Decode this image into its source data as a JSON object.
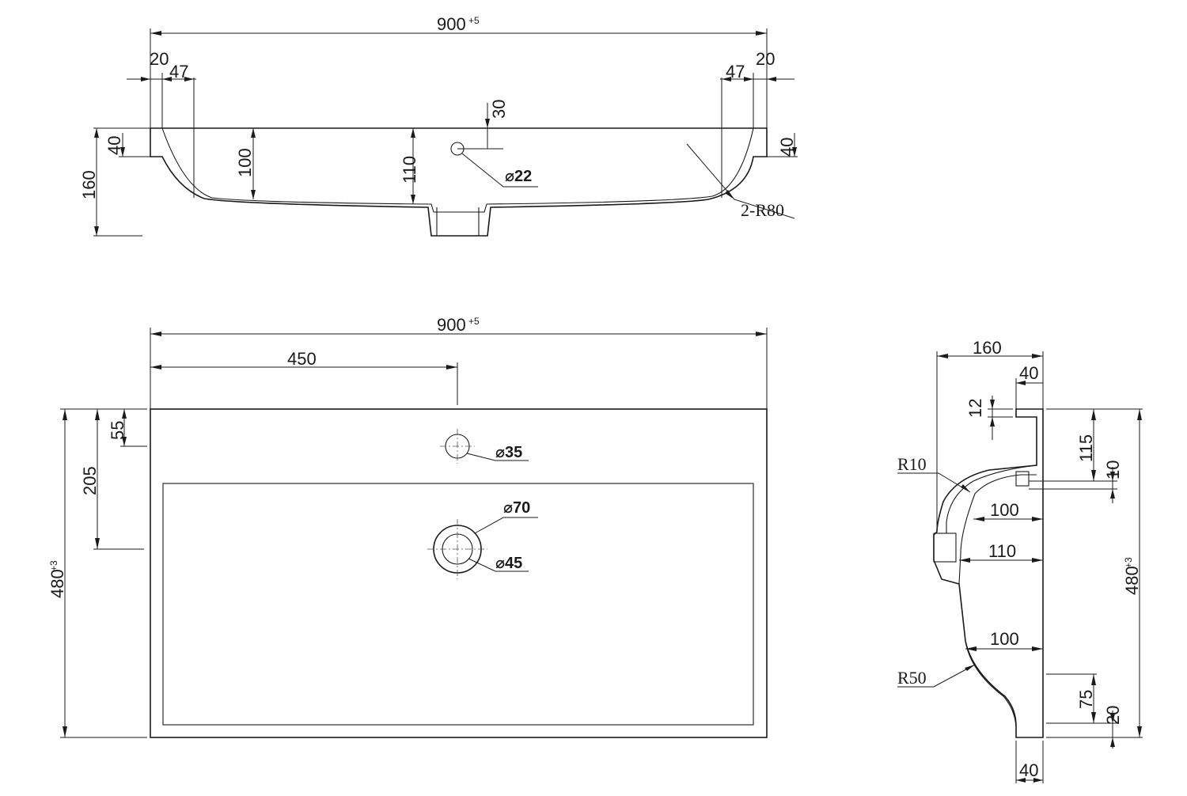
{
  "top_view": {
    "width": "900",
    "width_tol": "+5",
    "edge_left": "20",
    "offset_left": "47",
    "edge_right": "20",
    "offset_right": "47",
    "hole_offset": "30",
    "rim_left": "40",
    "rim_right": "40",
    "height_total": "160",
    "depth_left": "100",
    "depth_center": "110",
    "hole_dia": "⌀22",
    "radius": "2-R80"
  },
  "plan_view": {
    "width": "900",
    "width_tol": "+5",
    "center_offset": "450",
    "depth": "480",
    "depth_tol": "+3",
    "hole_from_back": "55",
    "drain_from_back": "205",
    "tap_hole": "⌀35",
    "drain_outer": "⌀70",
    "drain_inner": "⌀45"
  },
  "side_view": {
    "width": "160",
    "top_lip": "40",
    "lip_thickness": "12",
    "r_upper": "R10",
    "r_lower": "R50",
    "dim_100_upper": "100",
    "dim_110": "110",
    "dim_100_lower": "100",
    "dim_115": "115",
    "dim_10": "10",
    "depth": "480",
    "depth_tol": "+3",
    "dim_75": "75",
    "dim_20": "20",
    "bottom_lip": "40"
  }
}
